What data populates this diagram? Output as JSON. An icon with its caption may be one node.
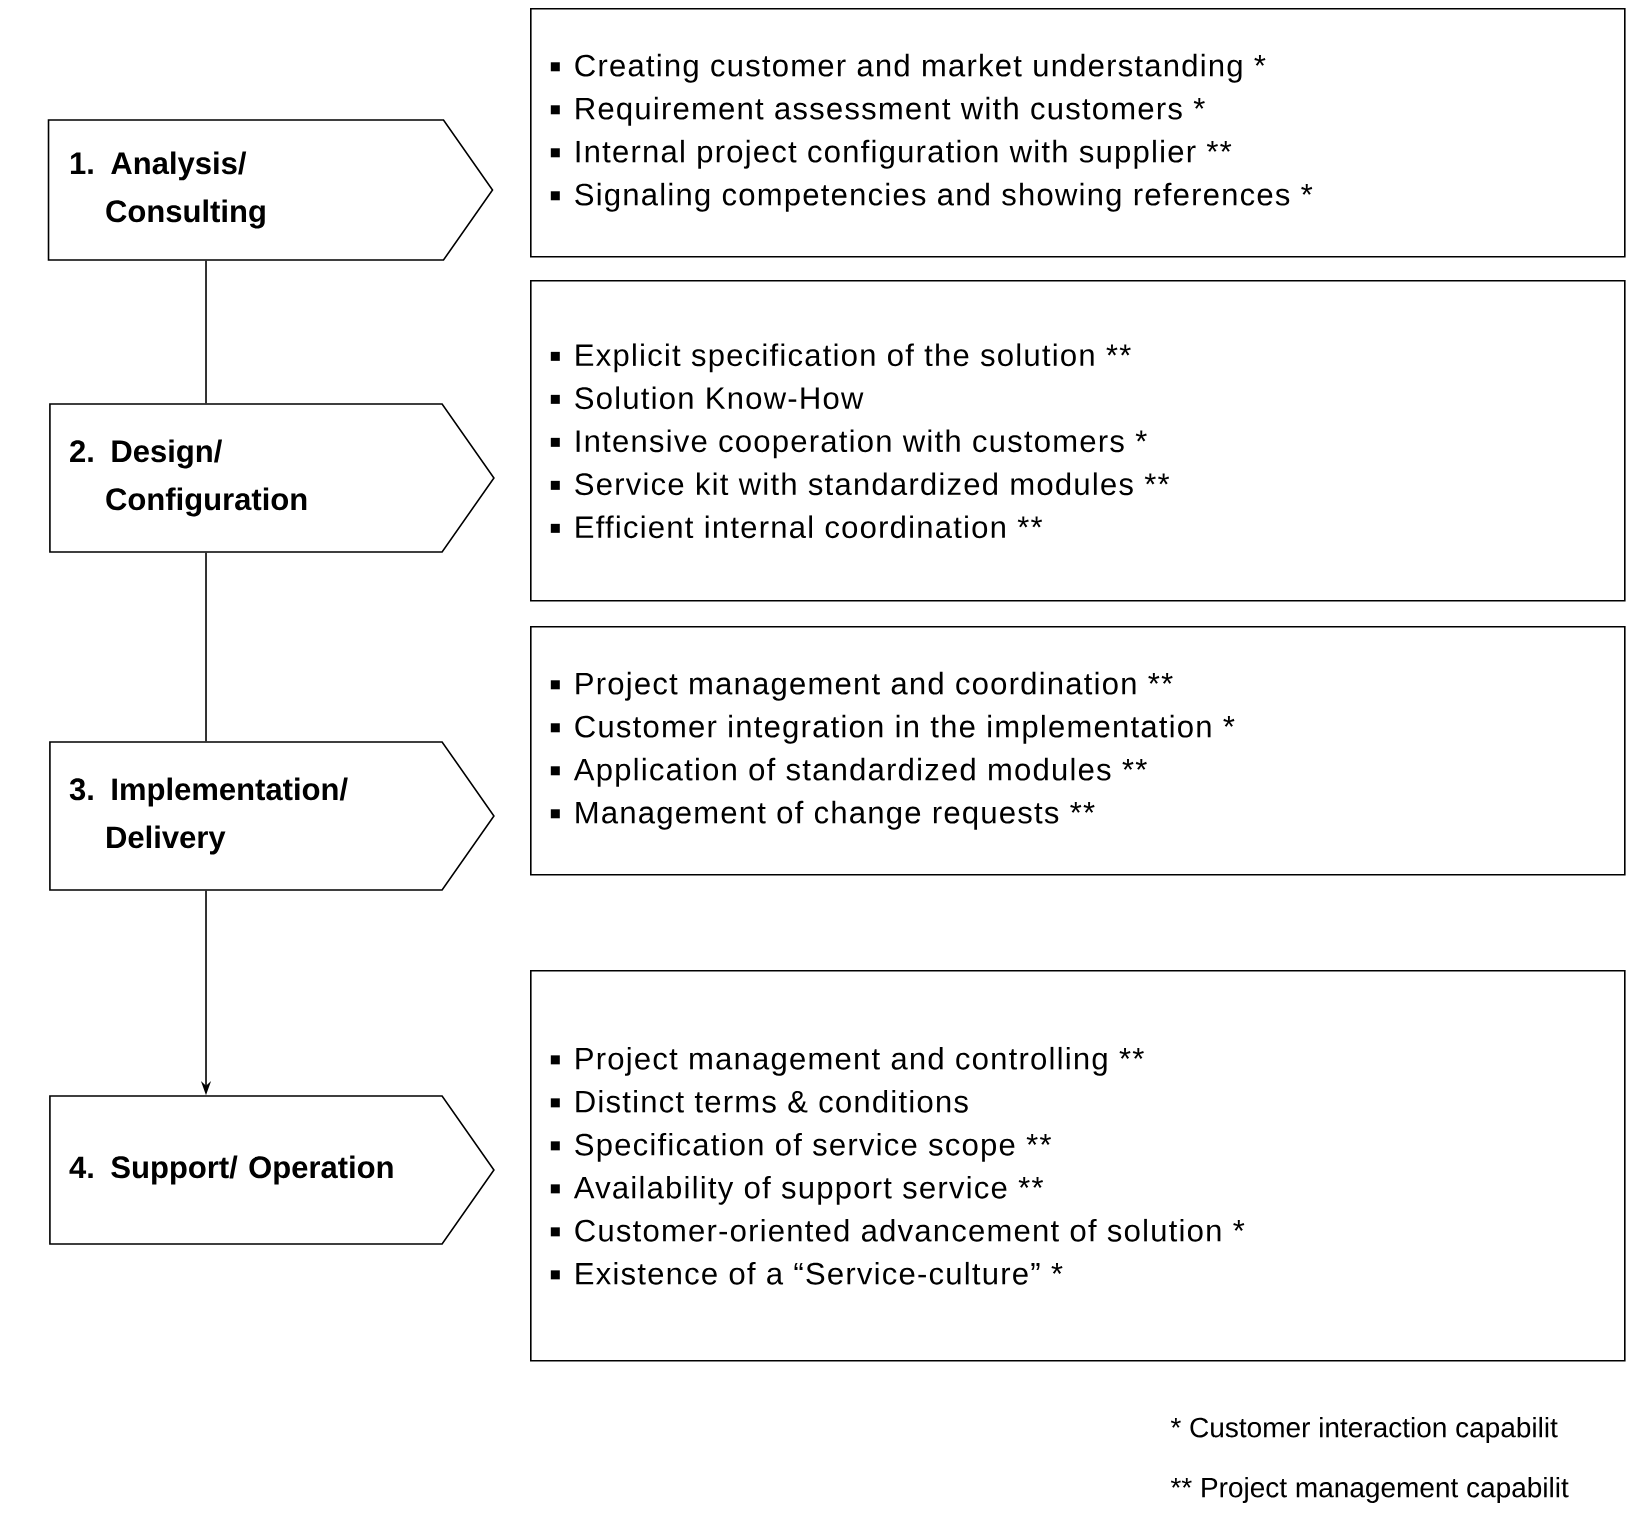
{
  "diagram": {
    "nodes": [
      {
        "text": [
          "1. Analysis/ Consulting"
        ]
      },
      {
        "text": [
          "Creating customer and market understanding *",
          "Requirement assessment with customers *",
          "Internal project configuration with supplier **",
          "Signaling competencies and showing references *"
        ]
      },
      {
        "text": [
          "2. Design/ Configuration"
        ]
      },
      {
        "text": [
          "Explicit specification of the solution **",
          "Solution Know-How",
          "Intensive cooperation with customers *",
          "Service kit with standardized modules **",
          "Efficient internal coordination **"
        ]
      },
      {
        "text": [
          "3. Implementation/ Delivery"
        ]
      },
      {
        "text": [
          "Project management and coordination **",
          "Customer integration in the implementation *",
          "Application of standardized modules **",
          "Management of change requests **"
        ]
      },
      {
        "text": [
          "4. Support/ Operation"
        ]
      },
      {
        "text": [
          "Project management and controlling **",
          "Distinct terms & conditions",
          "Specification of service scope **",
          "Availability of support service **",
          "Customer-oriented advancement of solution *",
          "Existence of a “Service-culture” *"
        ]
      }
    ],
    "edges": [
      {
        "from": 0,
        "to": 2,
        "arrow": "none"
      },
      {
        "from": 2,
        "to": 4,
        "arrow": "none"
      },
      {
        "from": 4,
        "to": 6,
        "arrow": "to"
      }
    ],
    "labels": [
      "* Customer interaction capabilit",
      "** Project management capabilit"
    ]
  }
}
